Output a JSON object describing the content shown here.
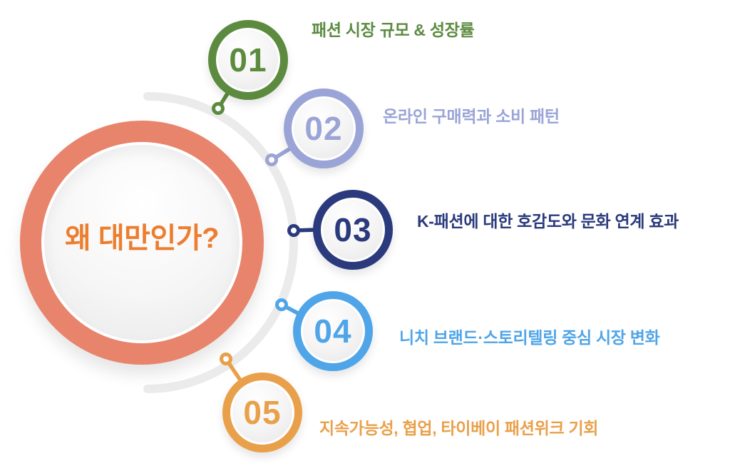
{
  "title": {
    "text": "왜 대만인가?",
    "text_color": "#ed7d2f",
    "ring_color": "#e8846c"
  },
  "steps": [
    {
      "number": "01",
      "label": "패션 시장 규모 & 성장률",
      "color": "#5c8b40"
    },
    {
      "number": "02",
      "label": "온라인 구매력과 소비 패턴",
      "color": "#9aa4d6"
    },
    {
      "number": "03",
      "label": "K-패션에 대한 호감도와 문화 연계 효과",
      "color": "#2a3a7c"
    },
    {
      "number": "04",
      "label": "니치 브랜드·스토리텔링 중심 시장 변화",
      "color": "#4fa5e8"
    },
    {
      "number": "05",
      "label": "지속가능성, 협업, 타이베이 패션위크 기회",
      "color": "#e9a04a"
    }
  ],
  "decor": {
    "arc_color": "#ebebeb",
    "background": "#ffffff"
  }
}
